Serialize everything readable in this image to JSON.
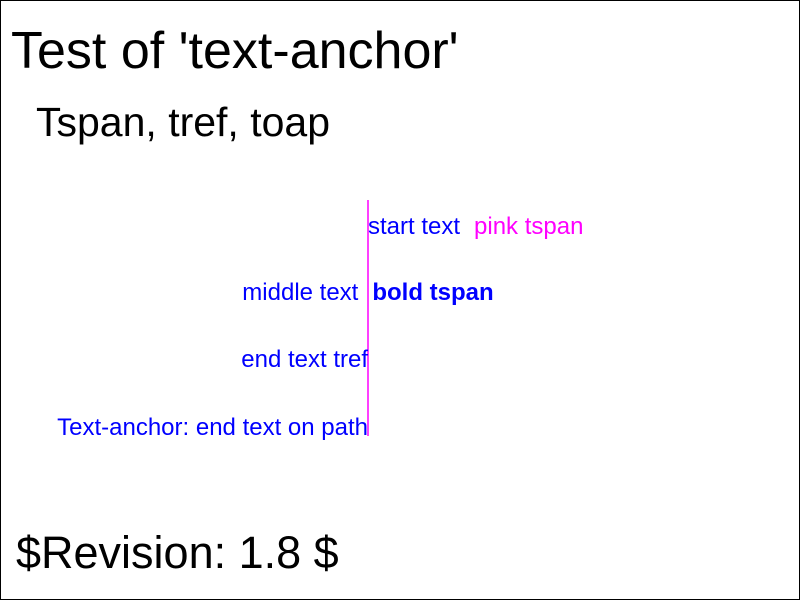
{
  "title": "Test of 'text-anchor'",
  "subtitle": "Tspan, tref, toap",
  "revision": "$Revision: 1.8 $",
  "samples": {
    "start_text": "start text",
    "pink_tspan": "pink tspan",
    "middle_text": "middle text",
    "bold_tspan": "bold tspan",
    "end_text_tref": "end text tref",
    "path_text": "Text-anchor: end text on path"
  },
  "colors": {
    "text": "#000000",
    "sample_text": "#0000ff",
    "pink_tspan": "#ff00ff",
    "reference_line": "#ff00ff",
    "frame": "#000000"
  }
}
